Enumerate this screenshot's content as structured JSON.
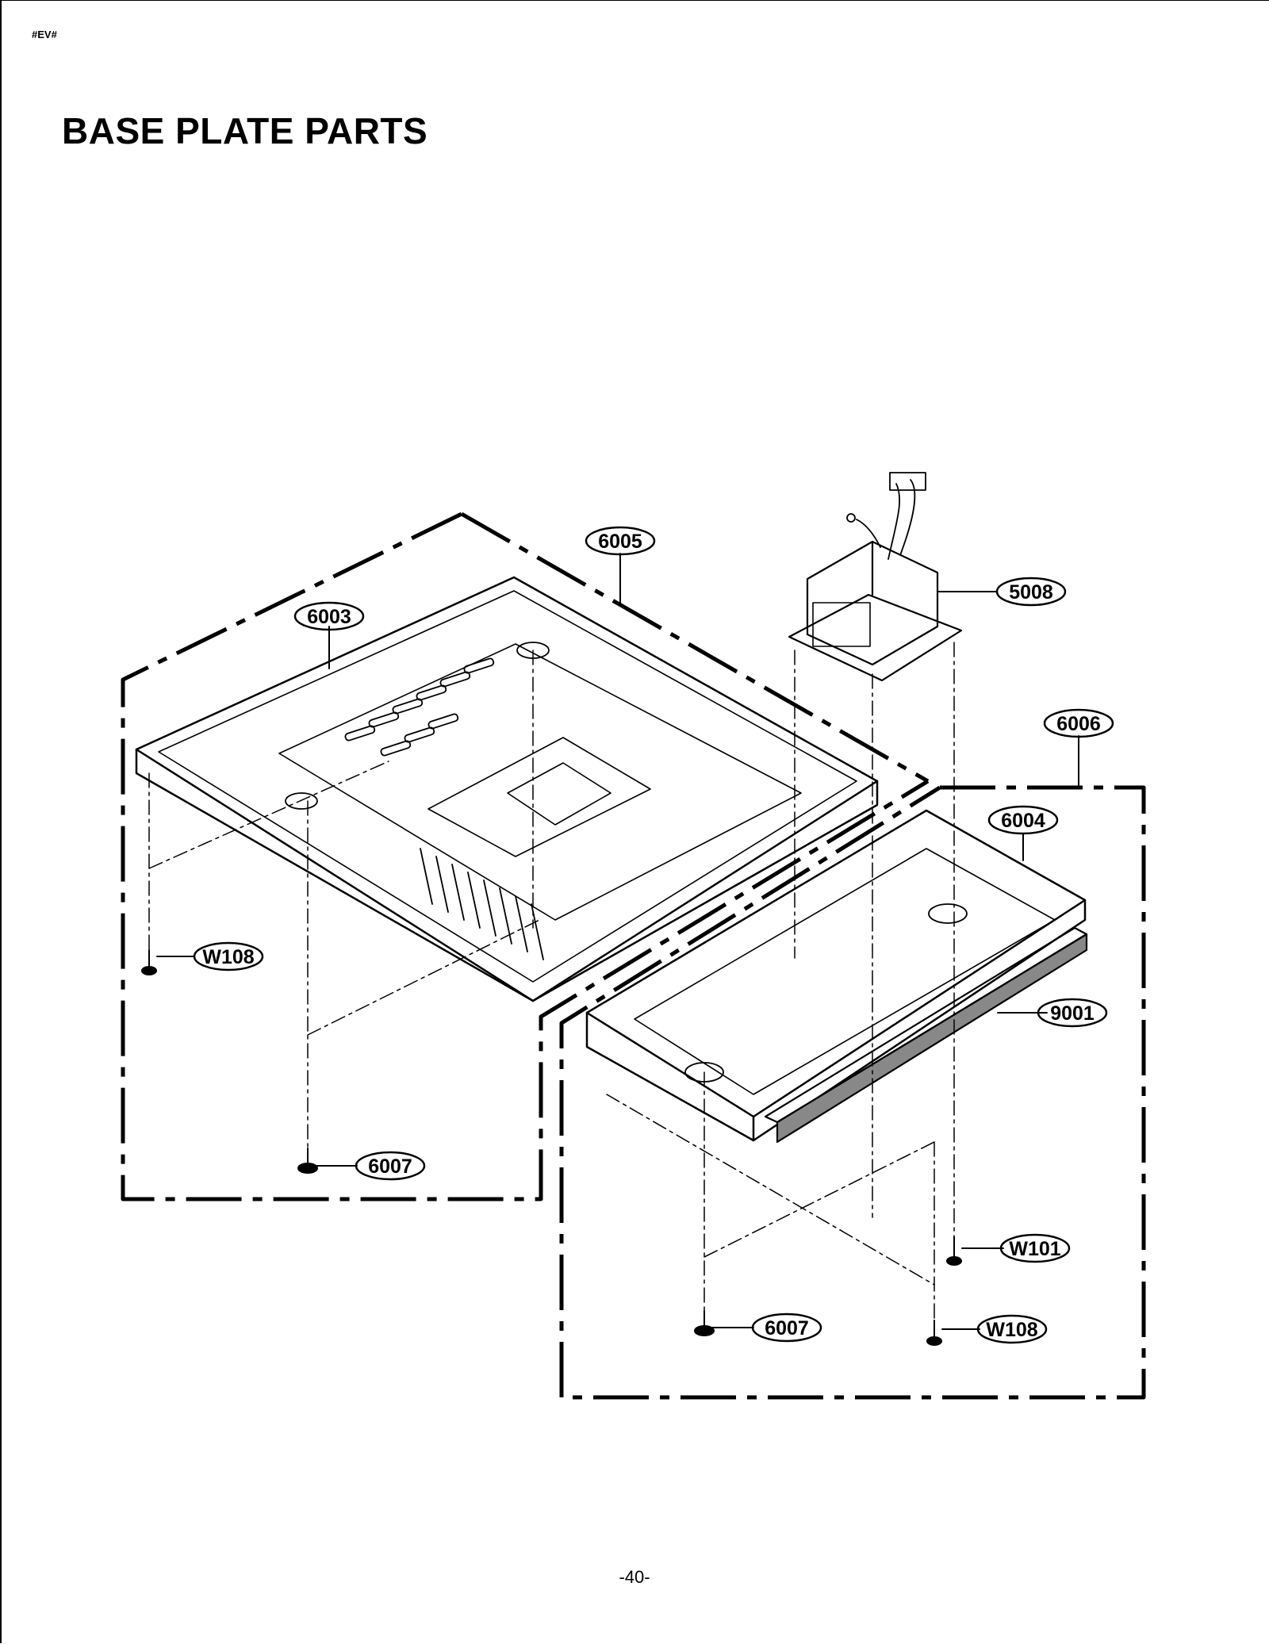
{
  "header": {
    "code": "#EV#",
    "title": "BASE PLATE PARTS"
  },
  "footer": {
    "page_number": "-40-"
  },
  "callouts": {
    "c6003": "6003",
    "c6005": "6005",
    "c5008": "5008",
    "c6006": "6006",
    "c6004": "6004",
    "c9001": "9001",
    "cW108a": "W108",
    "c6007a": "6007",
    "cW101": "W101",
    "c6007b": "6007",
    "cW108b": "W108"
  }
}
